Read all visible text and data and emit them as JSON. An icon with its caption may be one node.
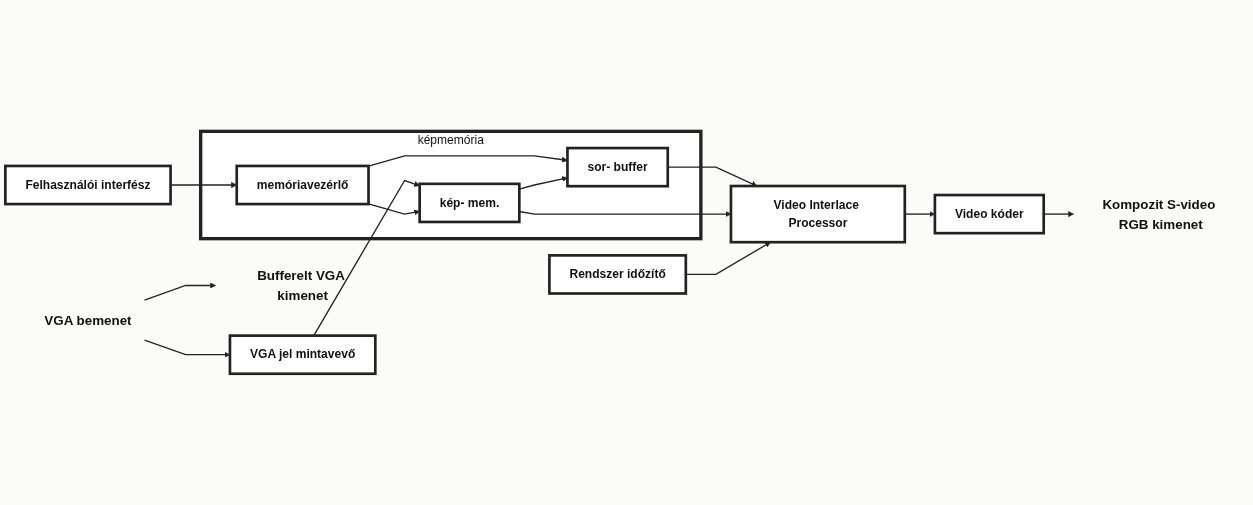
{
  "diagram": {
    "nodes": [
      {
        "text": [
          "VGA bemenet"
        ]
      },
      {
        "text": [
          "Felhasználói interfész"
        ]
      },
      {
        "text": [
          "VGA jel mintavevő"
        ]
      },
      {
        "text": [
          "képmemória"
        ]
      },
      {
        "text": [
          "memóriavezérlő"
        ],
        "in": 3
      },
      {
        "text": [
          "kép- mem."
        ],
        "in": 3
      },
      {
        "text": [
          "sor- buffer"
        ],
        "in": 3
      },
      {
        "text": [
          "Video Interlace Processor"
        ]
      },
      {
        "text": [
          "Video kóder"
        ]
      },
      {
        "text": [
          "Rendszer időzítő"
        ]
      },
      {
        "text": [
          "Kompozit S-video RGB kimenet"
        ]
      },
      {
        "text": [
          "Bufferelt VGA kimenet"
        ]
      }
    ],
    "edges": [
      {
        "from": 0,
        "to": 2,
        "arrow": "to"
      },
      {
        "from": 0,
        "to": 11,
        "arrow": "to"
      },
      {
        "from": 1,
        "to": 4,
        "arrow": "to"
      },
      {
        "from": 2,
        "to": 5,
        "arrow": "to"
      },
      {
        "from": 4,
        "to": 5,
        "arrow": "to"
      },
      {
        "from": 4,
        "to": 6,
        "arrow": "to"
      },
      {
        "from": 5,
        "to": 6,
        "arrow": "to"
      },
      {
        "from": 6,
        "to": 7,
        "arrow": "to"
      },
      {
        "from": 5,
        "to": 7,
        "arrow": "to"
      },
      {
        "from": 9,
        "to": 7,
        "arrow": "to"
      },
      {
        "from": 7,
        "to": 8,
        "arrow": "to"
      },
      {
        "from": 8,
        "to": 10,
        "arrow": "to"
      }
    ]
  }
}
